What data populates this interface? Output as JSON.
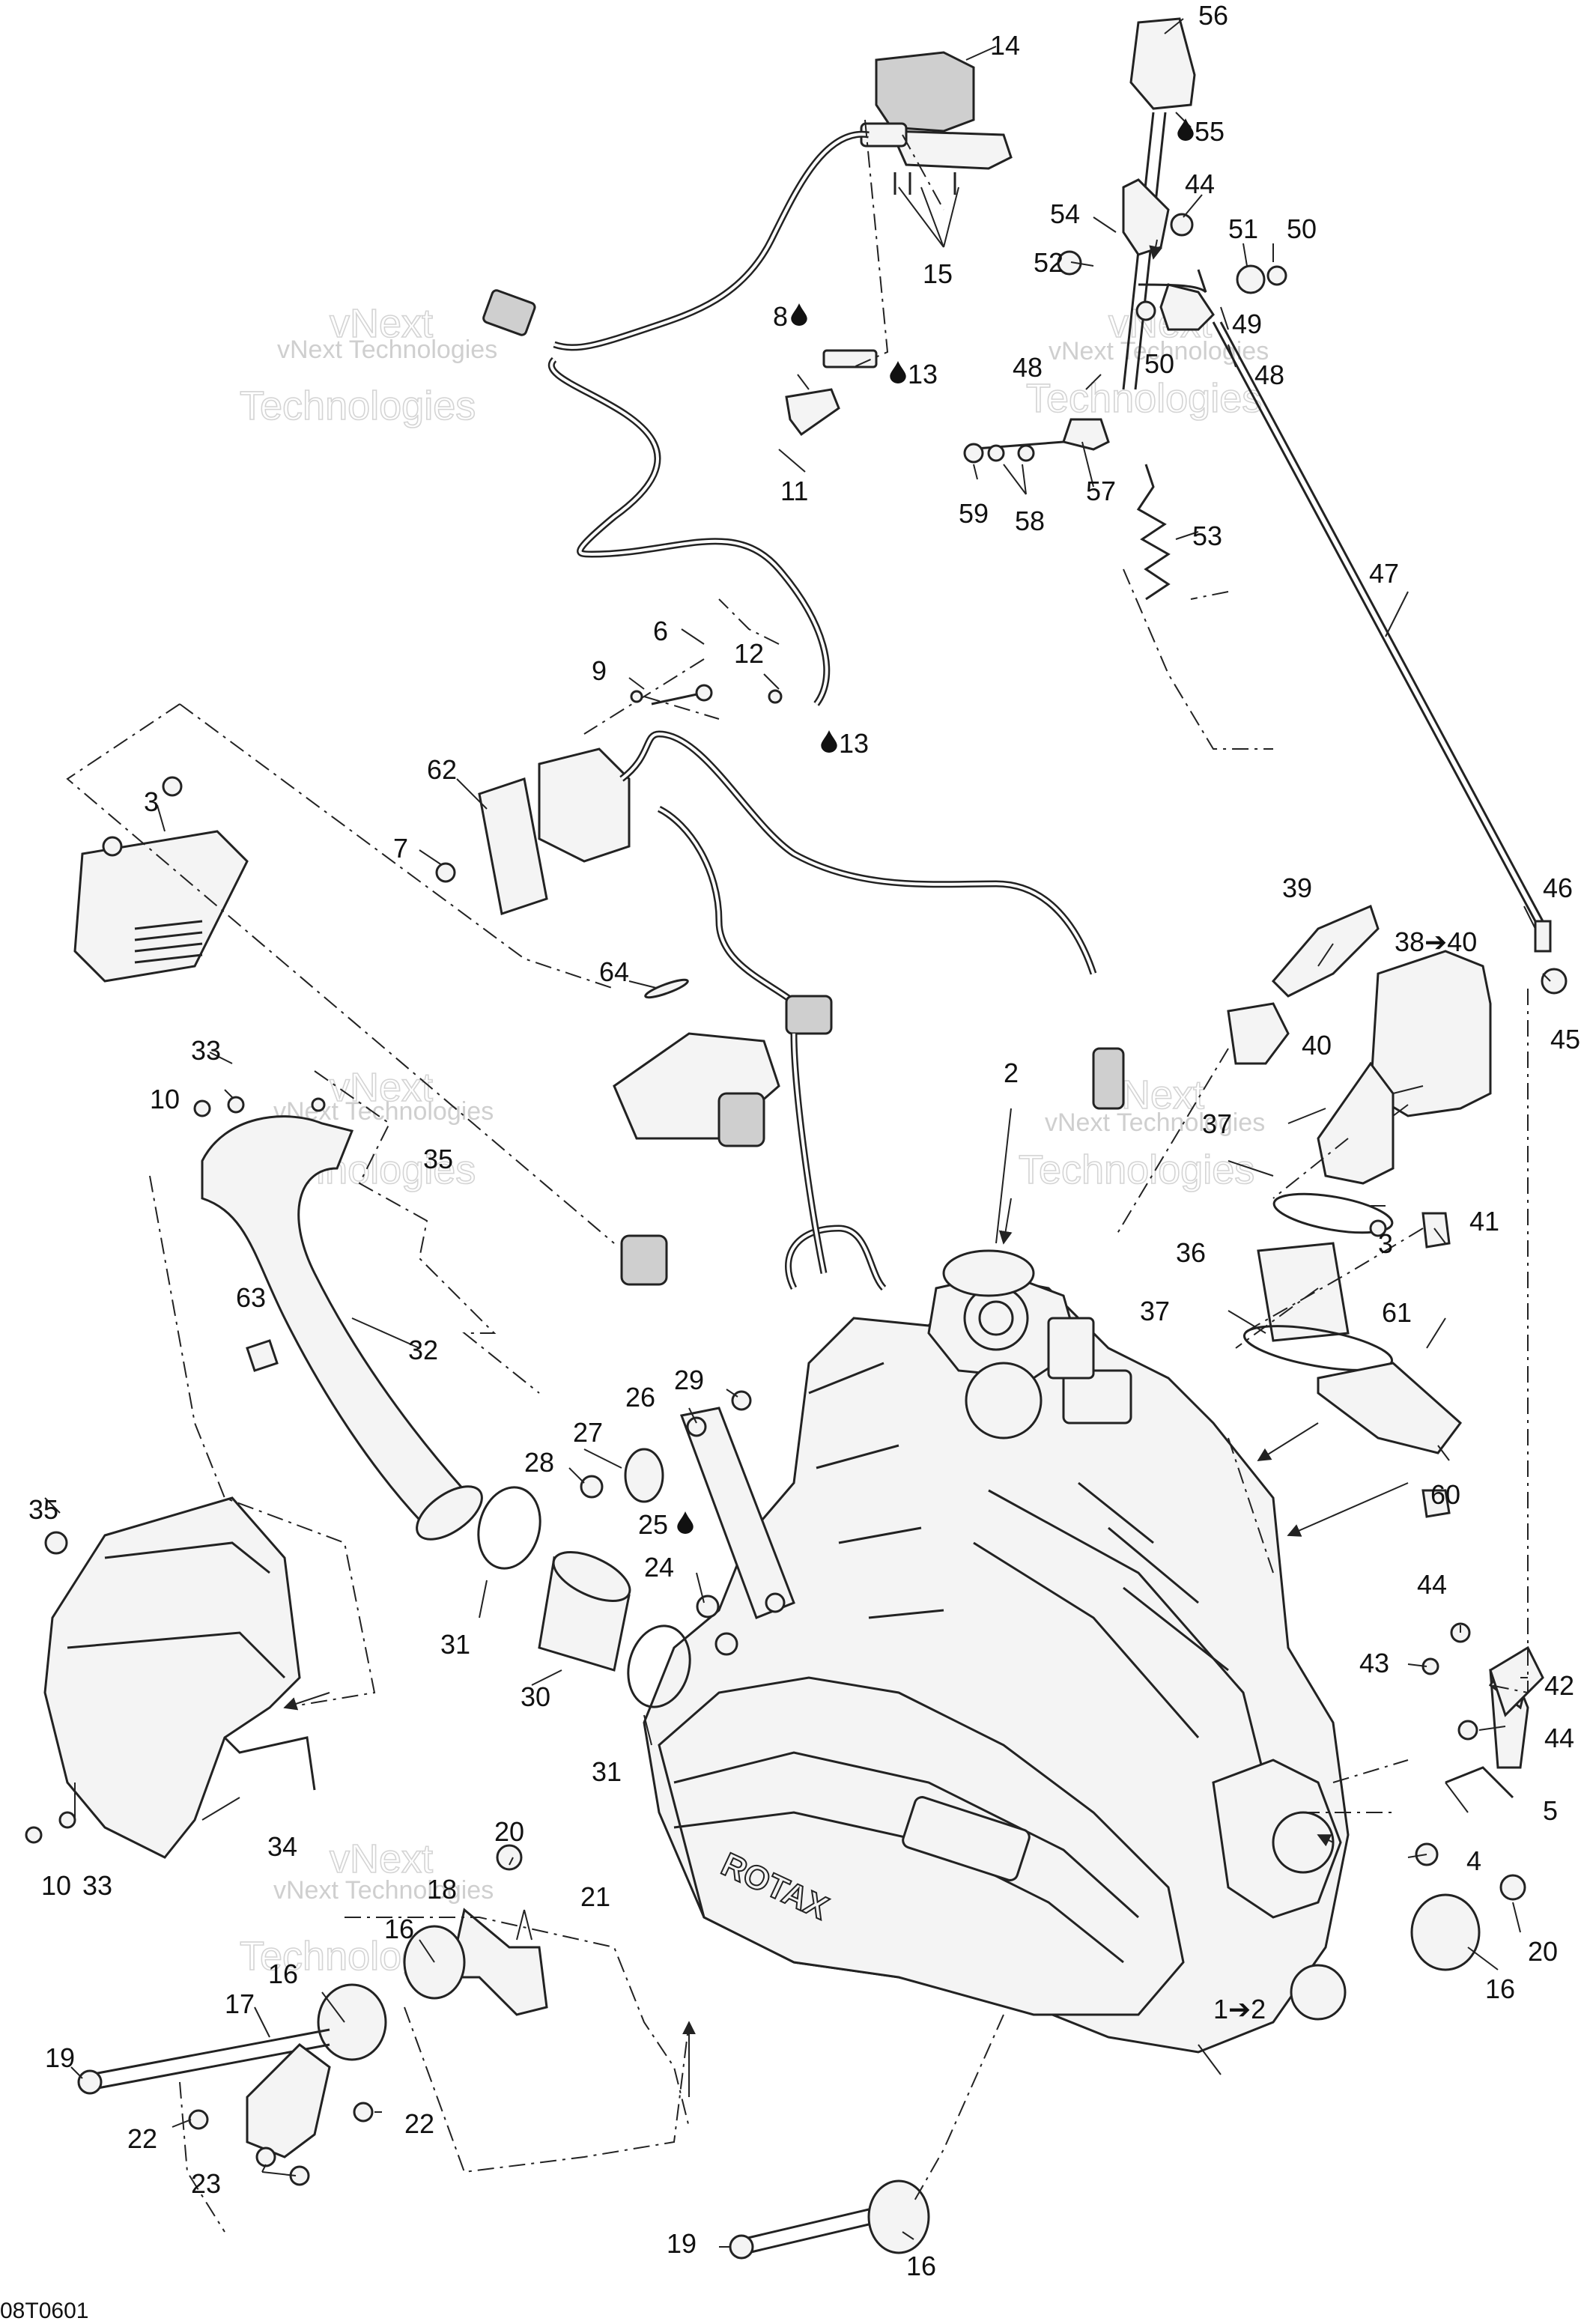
{
  "diagram_code": "08T0601",
  "watermark": {
    "line": "vNext Technologies",
    "word_a": "vNext",
    "word_b": "Technologies"
  },
  "callouts": {
    "c1to2": "1➔2",
    "c2": "2",
    "c3a": "3",
    "c3b": "3",
    "c4": "4",
    "c5": "5",
    "c6": "6",
    "c7": "7",
    "c8": "8",
    "c9": "9",
    "c10a": "10",
    "c10b": "10",
    "c11": "11",
    "c12": "12",
    "c13a": "13",
    "c13b": "13",
    "c14": "14",
    "c15": "15",
    "c16a": "16",
    "c16b": "16",
    "c16c": "16",
    "c16d": "16",
    "c17": "17",
    "c18": "18",
    "c19a": "19",
    "c19b": "19",
    "c20a": "20",
    "c20b": "20",
    "c21": "21",
    "c22a": "22",
    "c22b": "22",
    "c23": "23",
    "c24": "24",
    "c25": "25",
    "c26": "26",
    "c27": "27",
    "c28": "28",
    "c29": "29",
    "c30": "30",
    "c31a": "31",
    "c31b": "31",
    "c32": "32",
    "c33a": "33",
    "c33b": "33",
    "c34": "34",
    "c35a": "35",
    "c35b": "35",
    "c36": "36",
    "c37a": "37",
    "c37b": "37",
    "c38to40": "38➔40",
    "c39": "39",
    "c40": "40",
    "c41": "41",
    "c42": "42",
    "c43": "43",
    "c44a": "44",
    "c44b": "44",
    "c44c": "44",
    "c45": "45",
    "c46": "46",
    "c47": "47",
    "c48a": "48",
    "c48b": "48",
    "c49": "49",
    "c50a": "50",
    "c50b": "50",
    "c51": "51",
    "c52": "52",
    "c53": "53",
    "c54": "54",
    "c55": "55",
    "c56": "56",
    "c57": "57",
    "c58": "58",
    "c59": "59",
    "c60": "60",
    "c61": "61",
    "c62": "62",
    "c63": "63",
    "c64": "64"
  },
  "icons": {
    "lubricant_drop": "drop-icon",
    "arrow": "arrow-icon"
  }
}
